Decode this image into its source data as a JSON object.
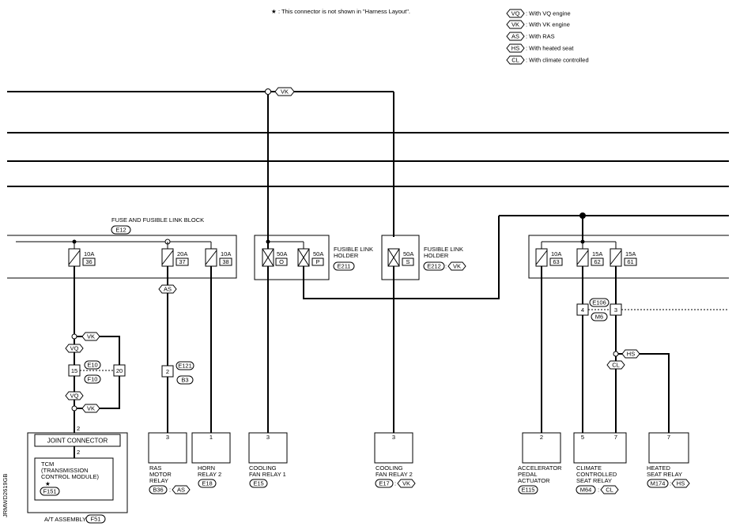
{
  "notes": {
    "star": "★",
    "star_note": ": This connector is not shown in \"Harness Layout\"."
  },
  "legend": [
    {
      "code": "VQ",
      "text": ": With VQ engine"
    },
    {
      "code": "VK",
      "text": ": With VK engine"
    },
    {
      "code": "AS",
      "text": ": With RAS"
    },
    {
      "code": "HS",
      "text": ": With heated seat"
    },
    {
      "code": "CL",
      "text": ": With climate controlled"
    }
  ],
  "blocks": {
    "fuse_block_title": "FUSE AND FUSIBLE LINK BLOCK",
    "fuse_block_conn": "E12",
    "fl_holder_1": [
      "FUSIBLE LINK",
      "HOLDER"
    ],
    "fl_holder_1_conn": "E211",
    "fl_holder_2": [
      "FUSIBLE LINK",
      "HOLDER"
    ],
    "fl_holder_2_conn": "E212",
    "fl_holder_2_tag": "VK"
  },
  "fuses": {
    "f36": {
      "amp": "10A",
      "num": "36"
    },
    "f37": {
      "amp": "20A",
      "num": "37"
    },
    "f38": {
      "amp": "10A",
      "num": "38"
    },
    "f_o": {
      "amp": "50A",
      "num": "O"
    },
    "f_p": {
      "amp": "50A",
      "num": "P"
    },
    "f_s": {
      "amp": "50A",
      "num": "S"
    },
    "f63": {
      "amp": "10A",
      "num": "63"
    },
    "f62": {
      "amp": "15A",
      "num": "62"
    },
    "f61": {
      "amp": "15A",
      "num": "61"
    }
  },
  "tags": {
    "top_vk": "VK",
    "as": "AS",
    "vk1": "VK",
    "vq1": "VQ",
    "vq2": "VQ",
    "vk2": "VK",
    "hs": "HS",
    "cl": "CL"
  },
  "junctions": {
    "j15": "15",
    "j20": "20",
    "e10": "E10",
    "f10": "F10",
    "j2": "2",
    "e121": "E121",
    "b3": "B3",
    "j4": "4",
    "j3": "3",
    "e106": "E106",
    "m6": "M6"
  },
  "components": {
    "joint": {
      "label": "JOINT CONNECTOR",
      "pin_in": "2",
      "pin_out": "2"
    },
    "tcm": {
      "lines": [
        "TCM",
        "(TRANSMISSION",
        "CONTROL MODULE)"
      ],
      "star": "★",
      "conn": "F151"
    },
    "at_assembly": {
      "label": "A/T ASSEMBLY",
      "conn": "F51"
    },
    "ras": {
      "pin": "3",
      "lines": [
        "RAS",
        "MOTOR",
        "RELAY"
      ],
      "conn": "B36",
      "tag": "AS"
    },
    "horn": {
      "pin": "1",
      "lines": [
        "HORN",
        "RELAY 2"
      ],
      "conn": "E18"
    },
    "cool1": {
      "pin": "3",
      "lines": [
        "COOLING",
        "FAN RELAY 1"
      ],
      "conn": "E15"
    },
    "cool2": {
      "pin": "3",
      "lines": [
        "COOLING",
        "FAN RELAY 2"
      ],
      "conn": "E17",
      "tag": "VK"
    },
    "accel": {
      "pin": "2",
      "lines": [
        "ACCELERATOR",
        "PEDAL",
        "ACTUATOR"
      ],
      "conn": "E115"
    },
    "climate": {
      "pin1": "5",
      "pin2": "7",
      "lines": [
        "CLIMATE",
        "CONTROLLED",
        "SEAT RELAY"
      ],
      "conn": "M64",
      "tag": "CL"
    },
    "heated": {
      "pin": "7",
      "lines": [
        "HEATED",
        "SEAT RELAY"
      ],
      "conn": "M174",
      "tag": "HS"
    }
  },
  "sheet_id": "JRMWD2619GB"
}
